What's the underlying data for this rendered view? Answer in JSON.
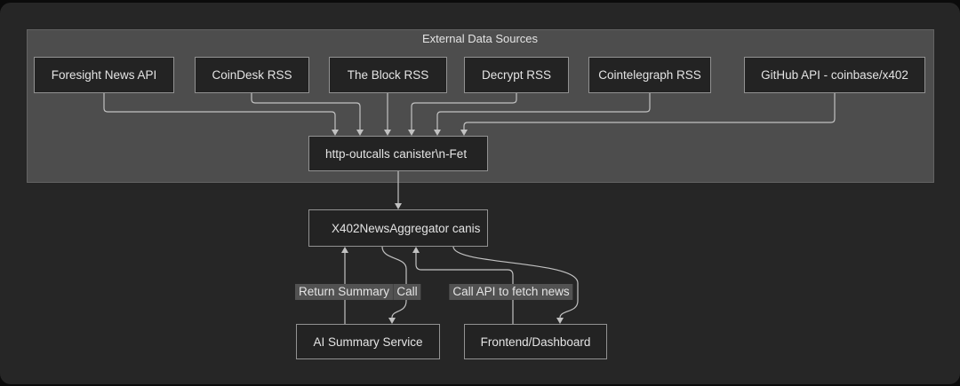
{
  "diagram": {
    "type": "flowchart",
    "title": "External Data Sources",
    "sources": [
      {
        "label": "Foresight News API"
      },
      {
        "label": "CoinDesk RSS"
      },
      {
        "label": "The Block RSS"
      },
      {
        "label": "Decrypt RSS"
      },
      {
        "label": "Cointelegraph RSS"
      },
      {
        "label": "GitHub API - coinbase/x402"
      }
    ],
    "nodes": {
      "http_outcalls": {
        "label": "http-outcalls canister\\n-Fet"
      },
      "aggregator": {
        "label": "X402NewsAggregator canis"
      },
      "ai_summary": {
        "label": "AI Summary Service"
      },
      "frontend": {
        "label": "Frontend/Dashboard"
      }
    },
    "edge_labels": {
      "return_summary": "Return Summary",
      "call": "Call",
      "call_api": "Call API to fetch news"
    },
    "edges": [
      {
        "from": "source_0",
        "to": "http_outcalls",
        "label": ""
      },
      {
        "from": "source_1",
        "to": "http_outcalls",
        "label": ""
      },
      {
        "from": "source_2",
        "to": "http_outcalls",
        "label": ""
      },
      {
        "from": "source_3",
        "to": "http_outcalls",
        "label": ""
      },
      {
        "from": "source_4",
        "to": "http_outcalls",
        "label": ""
      },
      {
        "from": "source_5",
        "to": "http_outcalls",
        "label": ""
      },
      {
        "from": "http_outcalls",
        "to": "aggregator",
        "label": ""
      },
      {
        "from": "ai_summary",
        "to": "aggregator",
        "label": "Return Summary"
      },
      {
        "from": "aggregator",
        "to": "ai_summary",
        "label": "Call"
      },
      {
        "from": "frontend",
        "to": "aggregator",
        "label": "Call API to fetch news"
      },
      {
        "from": "aggregator",
        "to": "frontend",
        "label": ""
      }
    ],
    "colors": {
      "canvas_bg": "#262626",
      "window_frame": "#0b0b0b",
      "cluster_fill": "#4d4d4d",
      "cluster_border": "#636363",
      "node_fill": "#232323",
      "node_border": "#929292",
      "text": "#e4e4e4",
      "edge": "#c2c2c2",
      "edge_label_bg": "#525252"
    }
  }
}
